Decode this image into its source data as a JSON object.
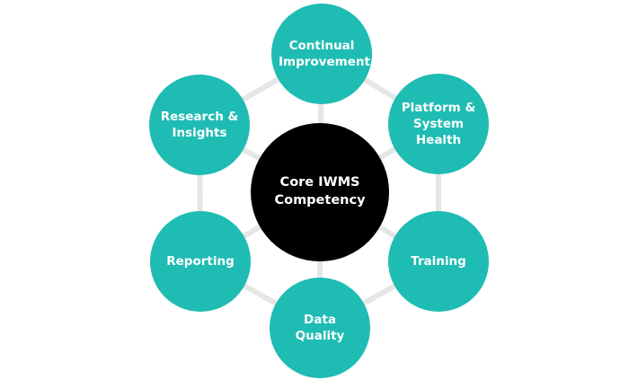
{
  "diagram": {
    "center": {
      "label": "Core IWMS Competency",
      "color": "#000000"
    },
    "accent_color": "#1fbcb3",
    "ring_color": "#e6e6e6",
    "nodes": [
      {
        "label": "Continual Improvement"
      },
      {
        "label": "Platform & System Health"
      },
      {
        "label": "Training"
      },
      {
        "label": "Data Quality"
      },
      {
        "label": "Reporting"
      },
      {
        "label": "Research & Insights"
      }
    ]
  }
}
